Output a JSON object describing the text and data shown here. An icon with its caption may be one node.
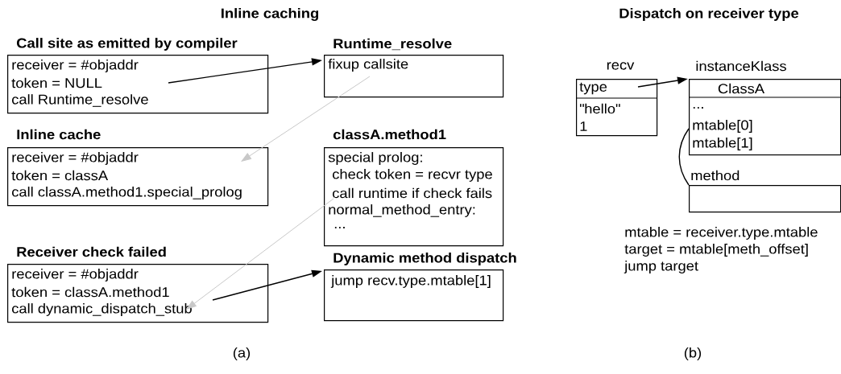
{
  "diagram": {
    "nodes": [
      {
        "text": [
          "Call site as emitted by compiler",
          "receiver = #objaddr",
          "token = NULL",
          "call Runtime_resolve"
        ]
      },
      {
        "text": [
          "Runtime_resolve",
          "fixup callsite"
        ]
      },
      {
        "text": [
          "Inline cache",
          "receiver = #objaddr",
          "token = classA",
          "call classA.method1.special_prolog"
        ]
      },
      {
        "text": [
          "classA.method1",
          "special prolog:",
          "check token = recvr type",
          "call runtime if check fails",
          "normal_method_entry:",
          "..."
        ]
      },
      {
        "text": [
          "Receiver check failed",
          "receiver = #objaddr",
          "token = classA.method1",
          "call dynamic_dispatch_stub"
        ]
      },
      {
        "text": [
          "Dynamic method dispatch",
          "jump recv.type.mtable[1]"
        ]
      },
      {
        "text": [
          "recv",
          "type",
          "\"hello\"",
          "1"
        ]
      },
      {
        "text": [
          "instanceKlass",
          "ClassA",
          "...",
          "mtable[0]",
          "mtable[1]"
        ]
      },
      {
        "text": [
          "method"
        ]
      }
    ],
    "edges": [
      {
        "from": 0,
        "to": 1,
        "arrow": "to"
      },
      {
        "from": 1,
        "to": 2,
        "arrow": "to",
        "color": "#c8c8c8"
      },
      {
        "from": 3,
        "to": 4,
        "arrow": "to",
        "color": "#c8c8c8"
      },
      {
        "from": 4,
        "to": 5,
        "arrow": "to"
      },
      {
        "from": 6,
        "to": 7,
        "arrow": "to"
      },
      {
        "from": 7,
        "to": 8,
        "arrow": "none"
      }
    ],
    "labels": [
      "Inline caching",
      "Dispatch on receiver type",
      "mtable = receiver.type.mtable",
      "target = mtable[meth_offset]",
      "jump target",
      "(a)",
      "(b)"
    ]
  }
}
